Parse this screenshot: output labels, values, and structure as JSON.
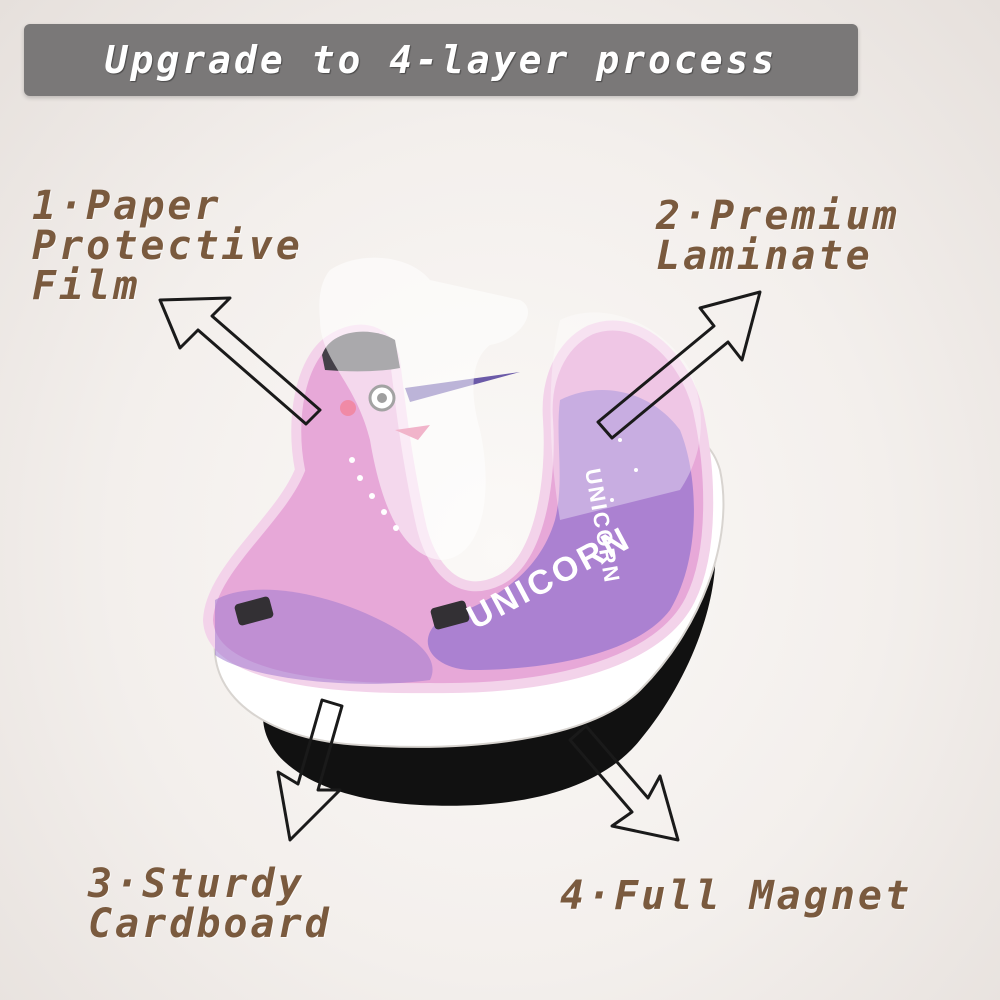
{
  "banner": {
    "text": "Upgrade to 4-layer process"
  },
  "layers": [
    {
      "lines": [
        "1·Paper",
        "Protective",
        "Film"
      ]
    },
    {
      "lines": [
        "2·Premium",
        "Laminate"
      ]
    },
    {
      "lines": [
        "3·Sturdy",
        "Cardboard"
      ]
    },
    {
      "lines": [
        "4·Full Magnet"
      ]
    }
  ],
  "product": {
    "print_text": "UNICORN"
  },
  "colors": {
    "banner_bg": "#7a7878",
    "label_text": "#7a5a3e",
    "sticker_pink": "#e7a8d8",
    "sticker_purple": "#a07ad0",
    "magnet_black": "#111111",
    "cardboard_white": "#ffffff"
  }
}
